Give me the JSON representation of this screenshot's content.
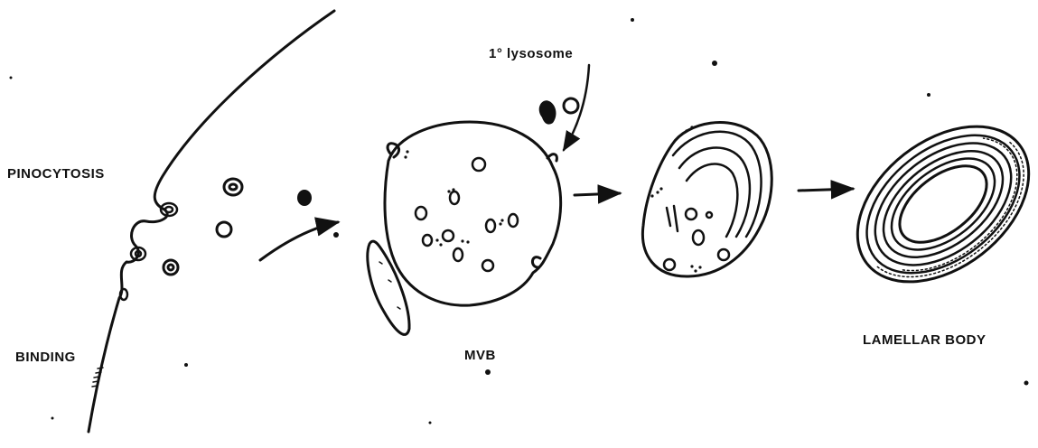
{
  "labels": {
    "pinocytosis": "PINOCYTOSIS",
    "binding": "BINDING",
    "lysosome": "1° lysosome",
    "mvb": "MVB",
    "lamellar_body": "LAMELLAR BODY"
  },
  "colors": {
    "ink": "#111111",
    "background": "#ffffff"
  }
}
